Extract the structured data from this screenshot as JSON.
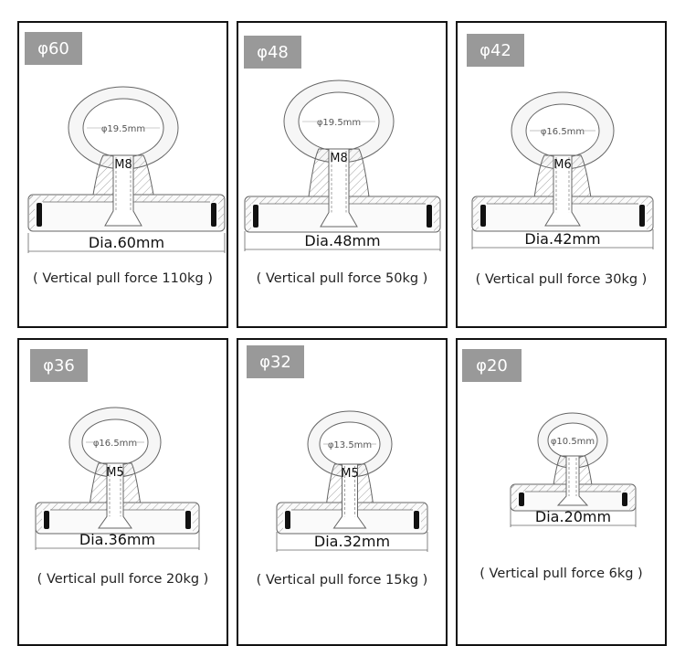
{
  "magnets": [
    {
      "badge": "φ60",
      "hole": "φ19.5mm",
      "thread": "M8",
      "diameter": "Dia.60mm",
      "force": "( Vertical pull force 110kg )"
    },
    {
      "badge": "φ48",
      "hole": "φ19.5mm",
      "thread": "M8",
      "diameter": "Dia.48mm",
      "force": "( Vertical pull force 50kg )"
    },
    {
      "badge": "φ42",
      "hole": "φ16.5mm",
      "thread": "M6",
      "diameter": "Dia.42mm",
      "force": "( Vertical pull force 30kg )"
    },
    {
      "badge": "φ36",
      "hole": "φ16.5mm",
      "thread": "M5",
      "diameter": "Dia.36mm",
      "force": "( Vertical pull force 20kg )"
    },
    {
      "badge": "φ32",
      "hole": "φ13.5mm",
      "thread": "M5",
      "diameter": "Dia.32mm",
      "force": "( Vertical pull force 15kg )"
    },
    {
      "badge": "φ20",
      "hole": "φ10.5mm",
      "thread": "",
      "diameter": "Dia.20mm",
      "force": "( Vertical pull force 6kg )"
    }
  ],
  "colors": {
    "badge": "#999999",
    "line": "#666666",
    "hatch": "#888888",
    "magnet": "#111111",
    "border": "#111111"
  }
}
